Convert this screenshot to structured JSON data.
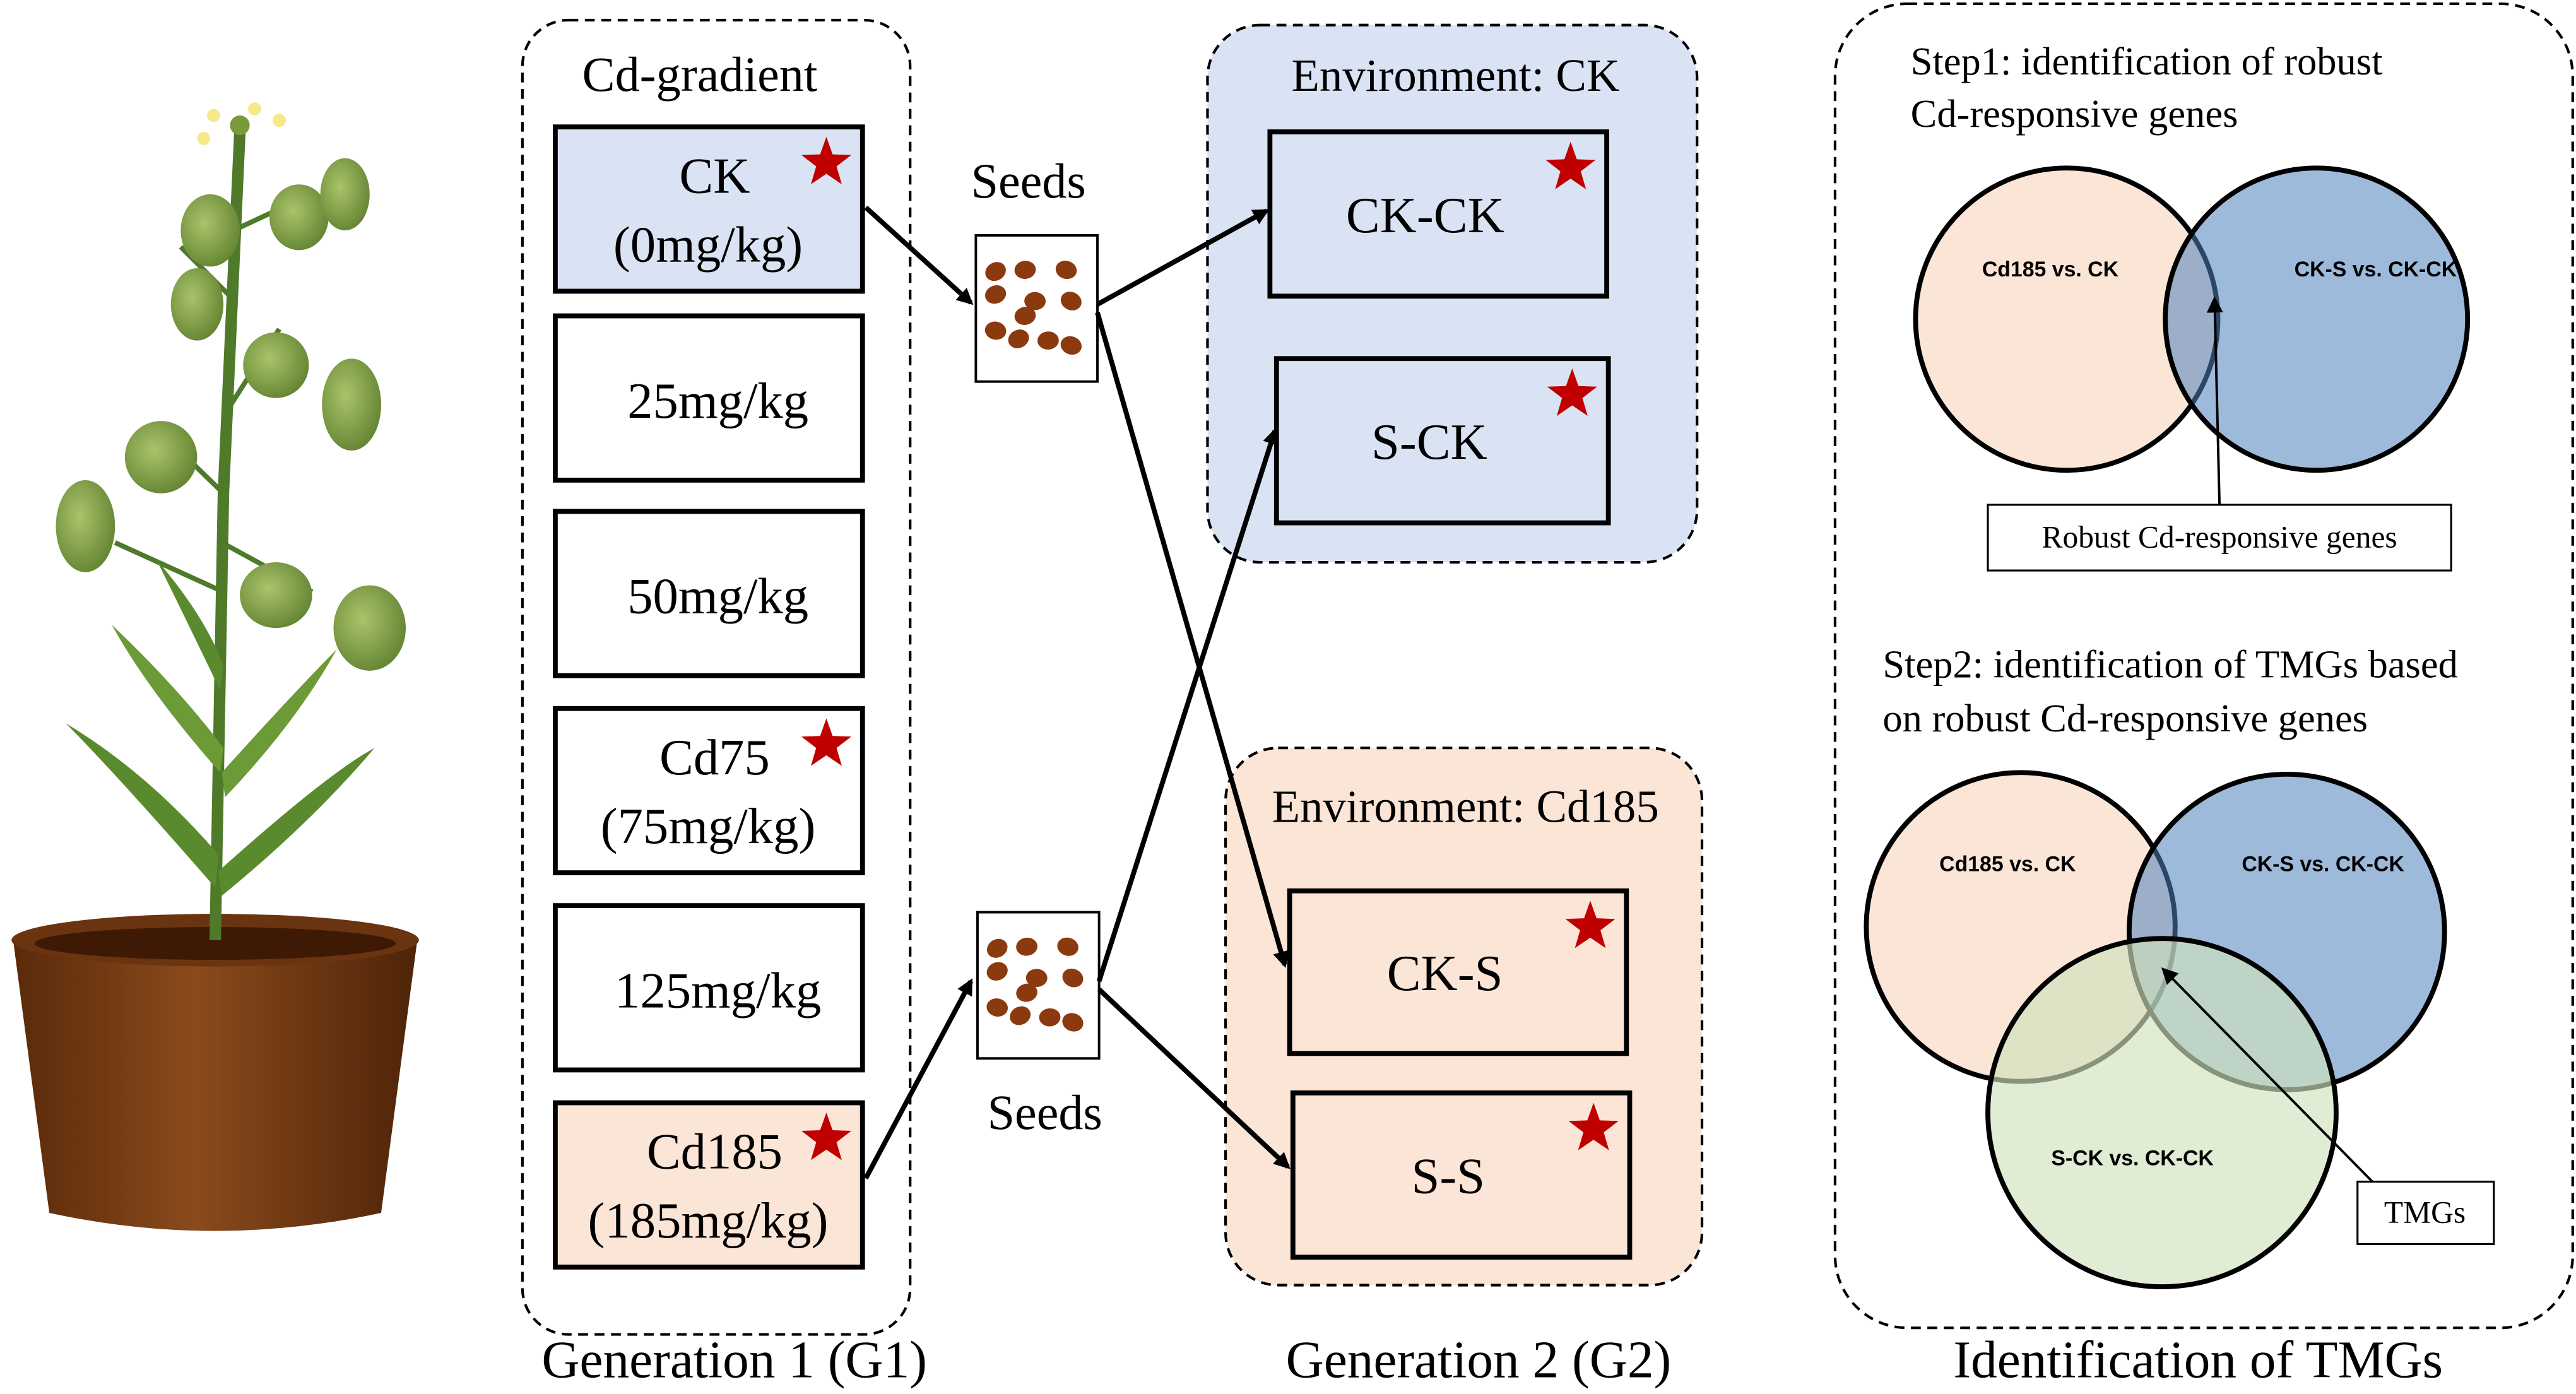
{
  "generation1": {
    "group_title": "Cd-gradient",
    "label": "Generation 1 (G1)",
    "boxes": [
      {
        "line1": "CK",
        "line2": "(0mg/kg)",
        "starred": true,
        "fill": "#dae3f3"
      },
      {
        "line1": "25mg/kg",
        "line2": "",
        "starred": false,
        "fill": "#ffffff"
      },
      {
        "line1": "50mg/kg",
        "line2": "",
        "starred": false,
        "fill": "#ffffff"
      },
      {
        "line1": "Cd75",
        "line2": "(75mg/kg)",
        "starred": true,
        "fill": "#ffffff"
      },
      {
        "line1": "125mg/kg",
        "line2": "",
        "starred": false,
        "fill": "#ffffff"
      },
      {
        "line1": "Cd185",
        "line2": "(185mg/kg)",
        "starred": true,
        "fill": "#fbe5d6"
      }
    ]
  },
  "seeds": {
    "top_label": "Seeds",
    "bottom_label": "Seeds",
    "seed_color": "#8b3a0f"
  },
  "generation2": {
    "label": "Generation 2 (G2)",
    "env_ck": {
      "title": "Environment: CK",
      "fill": "#dae3f3",
      "boxes": [
        "CK-CK",
        "S-CK"
      ]
    },
    "env_cd": {
      "title": "Environment: Cd185",
      "fill": "#fbe5d6",
      "boxes": [
        "CK-S",
        "S-S"
      ]
    }
  },
  "tmgs": {
    "label": "Identification of TMGs",
    "step1": {
      "title_line1": "Step1: identification of robust",
      "title_line2": "Cd-responsive genes",
      "circle_a": "Cd185 vs. CK",
      "circle_b": "CK-S vs. CK-CK",
      "callout": "Robust Cd-responsive genes"
    },
    "step2": {
      "title_line1": "Step2: identification of TMGs based",
      "title_line2": "on robust Cd-responsive genes",
      "circle_a": "Cd185 vs. CK",
      "circle_b": "CK-S vs. CK-CK",
      "circle_c": "S-CK vs. CK-CK",
      "callout": "TMGs"
    }
  },
  "colors": {
    "star": "#c00000",
    "ck_blue": "#dae3f3",
    "cd_peach": "#fbe5d6",
    "venn_peach": "#fbe5d6",
    "venn_blue": "#4f81bd",
    "venn_green": "#d6e8c5",
    "pot_brown": "#7a3d12",
    "stem_green": "#4e7a2a"
  }
}
